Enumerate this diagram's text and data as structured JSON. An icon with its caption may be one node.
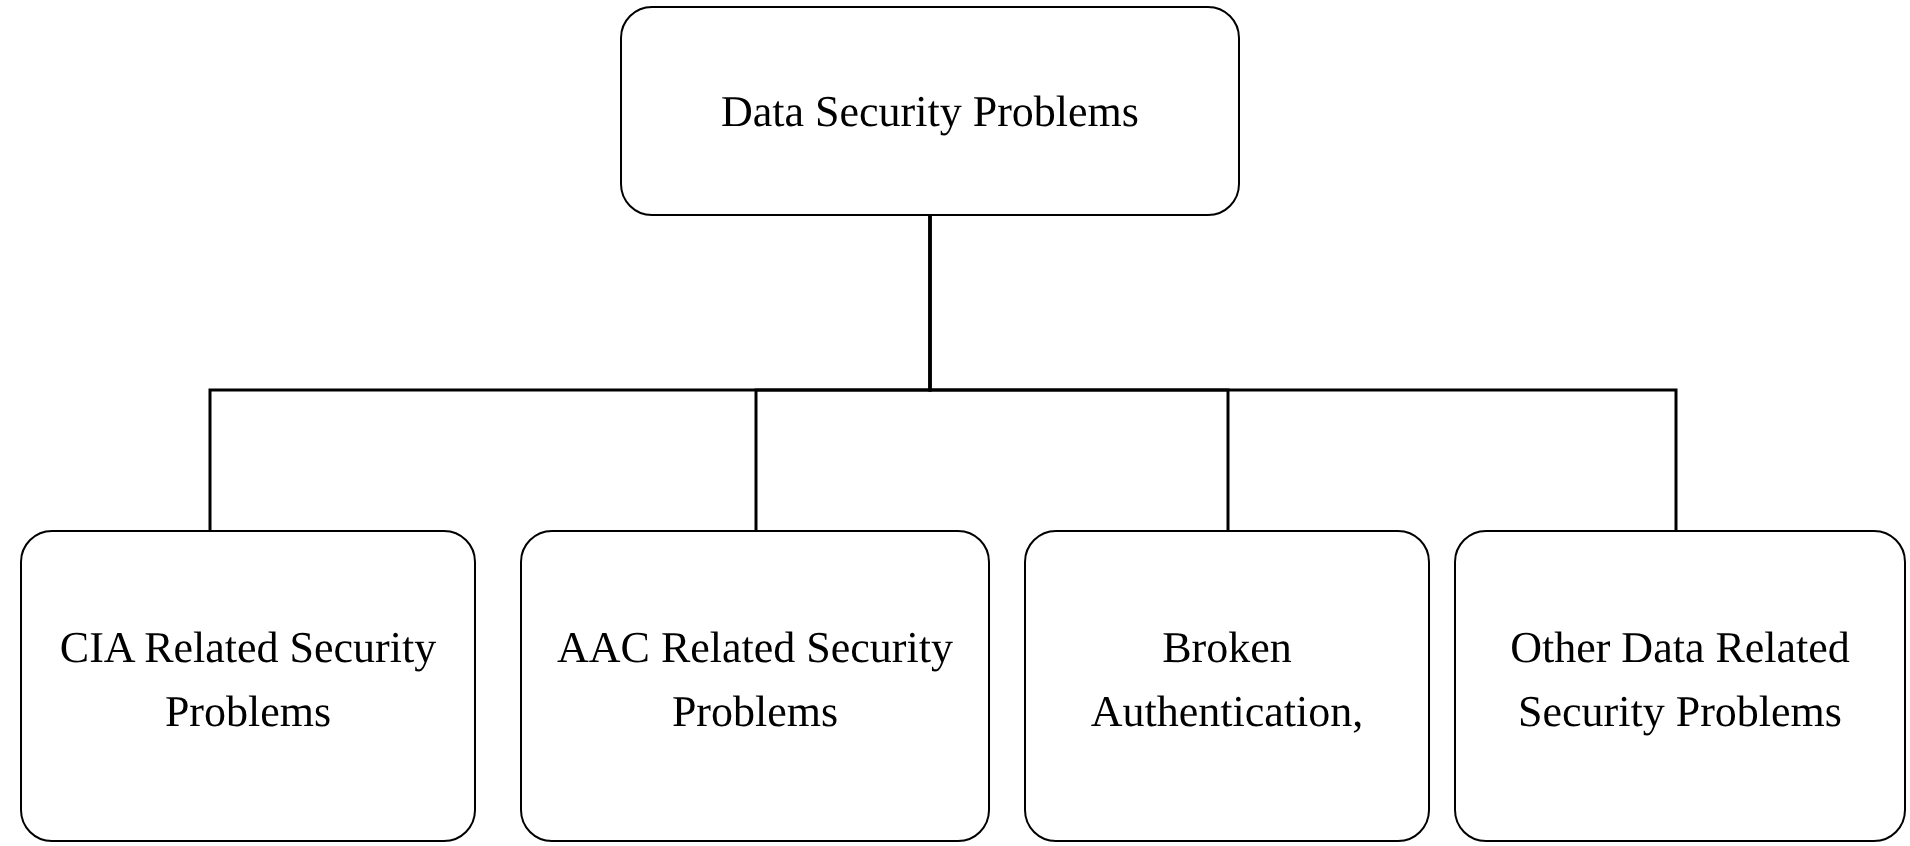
{
  "diagram": {
    "nodes": [
      {
        "text": [
          "Data Security Problems"
        ]
      },
      {
        "text": [
          "CIA Related Security Problems"
        ]
      },
      {
        "text": [
          "AAC Related Security Problems"
        ]
      },
      {
        "text": [
          "Broken Authentication,"
        ]
      },
      {
        "text": [
          "Other Data Related Security Problems"
        ]
      }
    ],
    "edges": [
      {
        "from": 0,
        "to": 1,
        "arrow": "none"
      },
      {
        "from": 0,
        "to": 2,
        "arrow": "none"
      },
      {
        "from": 0,
        "to": 3,
        "arrow": "none"
      },
      {
        "from": 0,
        "to": 4,
        "arrow": "none"
      }
    ]
  }
}
